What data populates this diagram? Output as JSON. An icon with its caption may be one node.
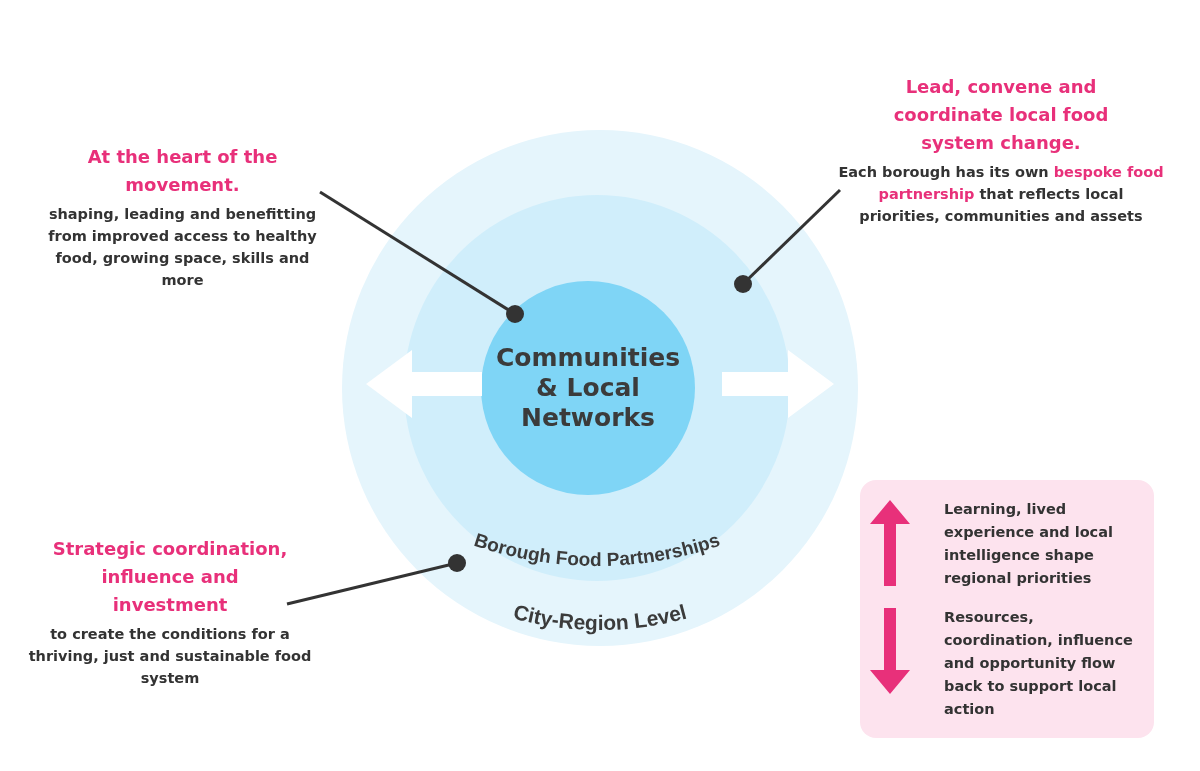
{
  "diagram": {
    "nodes": [
      {
        "text": [
          "City-Region Level"
        ]
      },
      {
        "text": [
          "Borough Food Partnerships"
        ],
        "in": 0
      },
      {
        "text": [
          "Communities & Local Networks"
        ],
        "in": 1
      },
      {
        "text": [
          "At the heart of the movement.",
          "shaping, leading and benefitting from improved access to healthy food, growing space, skills and more"
        ]
      },
      {
        "text": [
          "Lead, convene and coordinate local food system change.",
          "Each borough has its own **bespoke food partnership** that reflects local priorities, communities and assets"
        ]
      },
      {
        "text": [
          "Strategic coordination, influence and investment",
          "to create the conditions for a thriving, just and sustainable food system"
        ]
      },
      {
        "text": [
          "Learning, lived experience and local intelligence shape regional priorities",
          "Resources, coordination, influence and opportunity flow back to support local action"
        ]
      }
    ],
    "edges": [
      {
        "from": 3,
        "to": 2,
        "arrow": "other"
      },
      {
        "from": 4,
        "to": 1,
        "arrow": "other"
      },
      {
        "from": 5,
        "to": 0,
        "arrow": "other"
      }
    ]
  }
}
